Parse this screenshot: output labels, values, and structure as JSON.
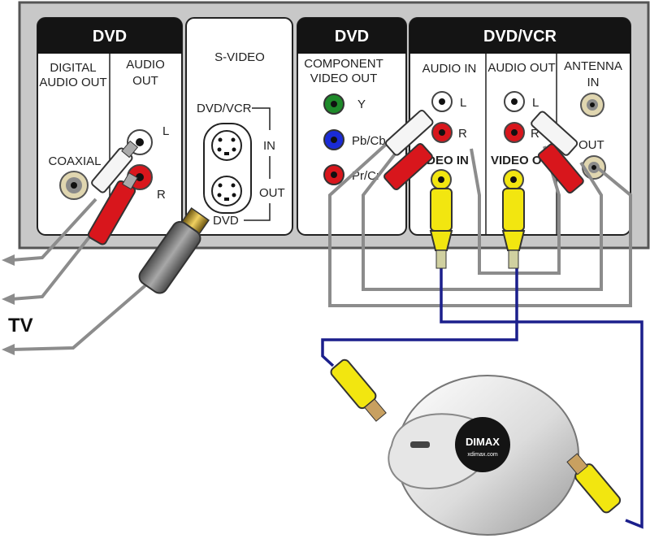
{
  "panel": {
    "dvd_header": "DVD",
    "digital_audio_out_line1": "DIGITAL",
    "digital_audio_out_line2": "AUDIO OUT",
    "audio_out_line1": "AUDIO",
    "audio_out_line2": "OUT",
    "coaxial": "COAXIAL",
    "left": "L",
    "right": "R",
    "svideo_title": "S-VIDEO",
    "svideo_dvdvcr": "DVD/VCR",
    "svideo_in": "IN",
    "svideo_out": "OUT",
    "svideo_dvd": "DVD",
    "component_header": "DVD",
    "component_line1": "COMPONENT",
    "component_line2": "VIDEO OUT",
    "y": "Y",
    "pb": "Pb/Cb",
    "pr": "Pr/Cr",
    "vcr_header": "DVD/VCR",
    "audio_in": "AUDIO IN",
    "audio_out": "AUDIO OUT",
    "antenna_line1": "ANTENNA",
    "antenna_line2": "IN",
    "vcr_left_in": "L",
    "vcr_right_in": "R",
    "vcr_left_out": "L",
    "vcr_right_out": "R",
    "video_in": "VIDEO IN",
    "video_out": "VIDEO OUT",
    "antenna_out": "OUT"
  },
  "tv_label": "TV",
  "device": {
    "brand": "DIMAX",
    "url": "xdimax.com"
  },
  "colors": {
    "panel_bg": "#c8c8c8",
    "header_bg": "#141414",
    "red": "#d8161c",
    "white_jack": "#ffffff",
    "yellow": "#f2e610",
    "green": "#1e8a2a",
    "blue": "#1a2bd6",
    "cable_gray": "#8c8c8c",
    "cable_blue": "#1b1f8c"
  }
}
